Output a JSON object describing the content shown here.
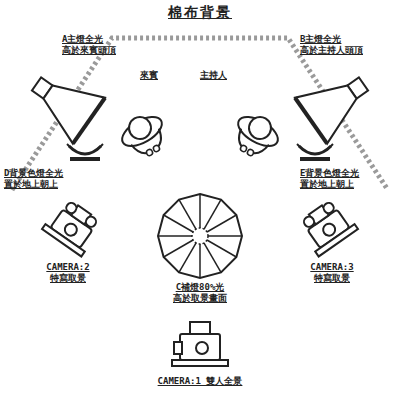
{
  "diagram": {
    "title": "棉布背景",
    "labels": [
      "A主燈全光 高於來賓頭頂",
      "B主燈全光 高於主持人頭頂",
      "來賓",
      "主持人",
      "D背景色燈全光 置於地上朝上",
      "E背景色燈全光 置於地上朝上",
      "CAMERA:2 特寫取景",
      "CAMERA:3 特寫取景",
      "C補燈80%光 高於取景畫面",
      "CAMERA:1 雙人全景"
    ]
  }
}
